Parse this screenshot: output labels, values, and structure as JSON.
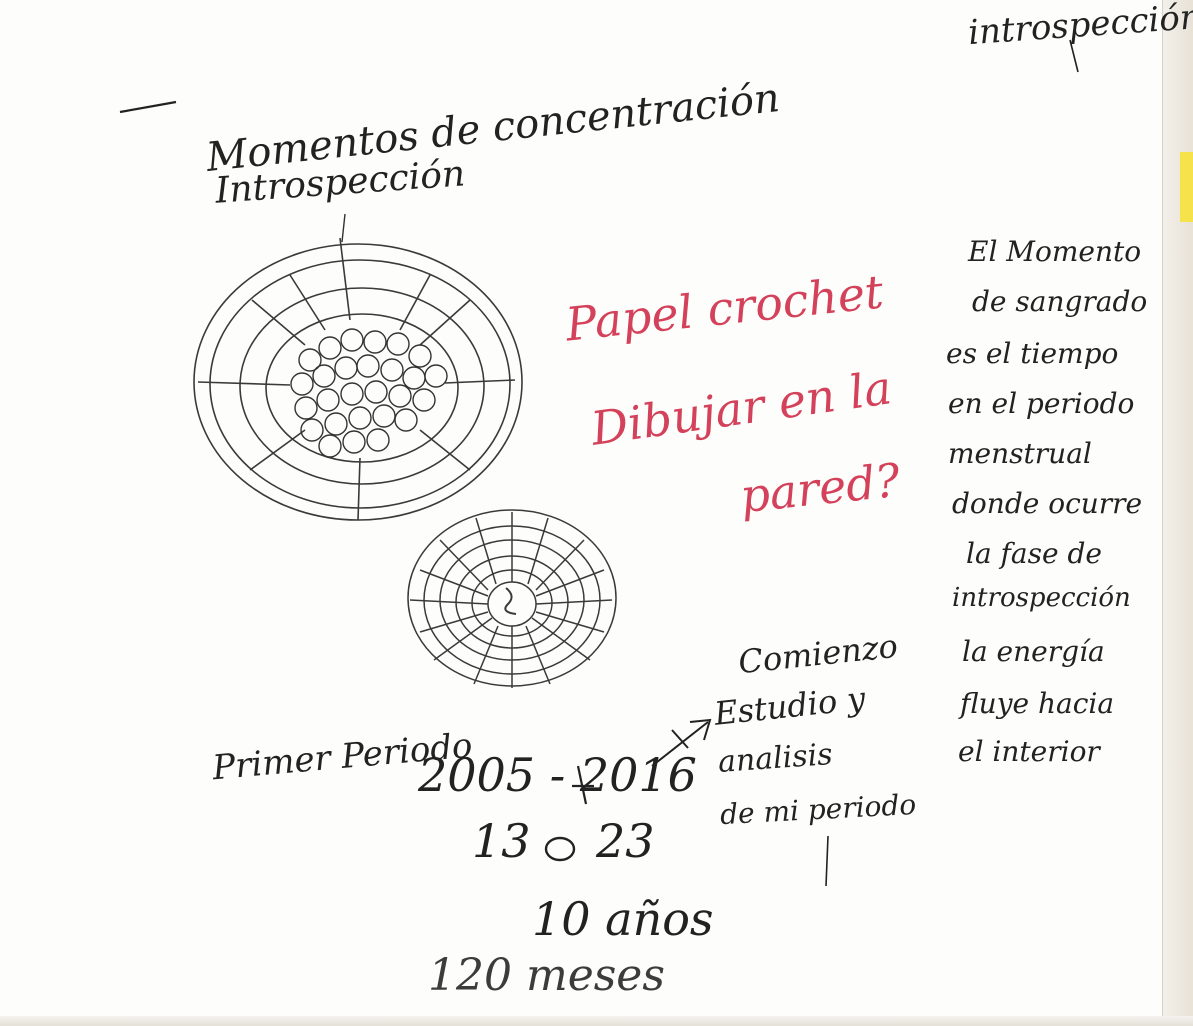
{
  "header_fragment": "introspección",
  "heading": {
    "line1": "Momentos de concentración",
    "line2": "Introspección"
  },
  "red_notes": {
    "line1": "Papel crochet",
    "line2": "Dibujar en la",
    "line3": "pared?"
  },
  "side_note": {
    "lines": [
      "El Momento",
      "de sangrado",
      "es el tiempo",
      "en el periodo",
      "menstrual",
      "donde ocurre",
      "la fase de",
      "introspección",
      "la energía",
      "fluye hacia",
      "el interior"
    ]
  },
  "arrow_note": {
    "lines": [
      "Comienzo",
      "Estudio y",
      "analisis",
      "de mi periodo"
    ]
  },
  "timeline": {
    "start_label": "Primer Periodo",
    "years": "2005 - 2016",
    "age_start": "13",
    "age_end": "23",
    "duration_years": "10 años",
    "duration_months": "120 meses"
  },
  "colors": {
    "pencil": "#222222",
    "red_ink": "#d4415a",
    "tab": "#f6e24a",
    "paper": "#fdfdfb"
  }
}
